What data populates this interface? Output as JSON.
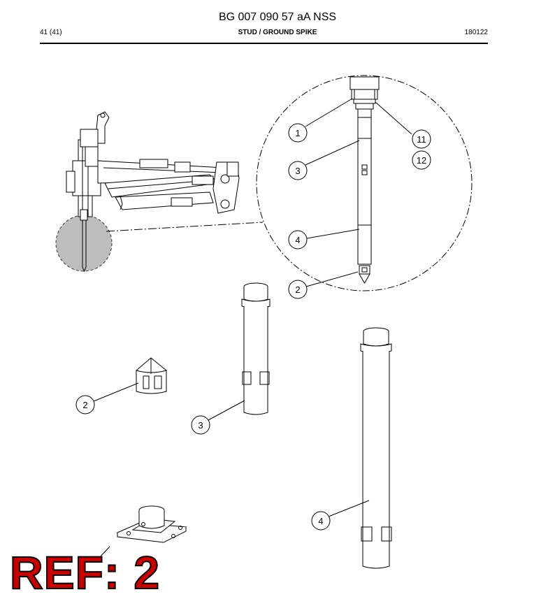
{
  "header": {
    "doc_title": "BG 007 090 57 aA NSS",
    "page_number": "41 (41)",
    "section_title": "STUD / GROUND SPIKE",
    "date_code": "180122"
  },
  "callouts": {
    "detail": [
      "1",
      "3",
      "4",
      "2",
      "11",
      "12"
    ],
    "spike": "2",
    "stud_short": "3",
    "stud_long": "4"
  },
  "ref_label": "REF: 2",
  "colors": {
    "highlight_fill": "#bdbdbd",
    "ref_text": "#cc0000",
    "line": "#000000"
  }
}
